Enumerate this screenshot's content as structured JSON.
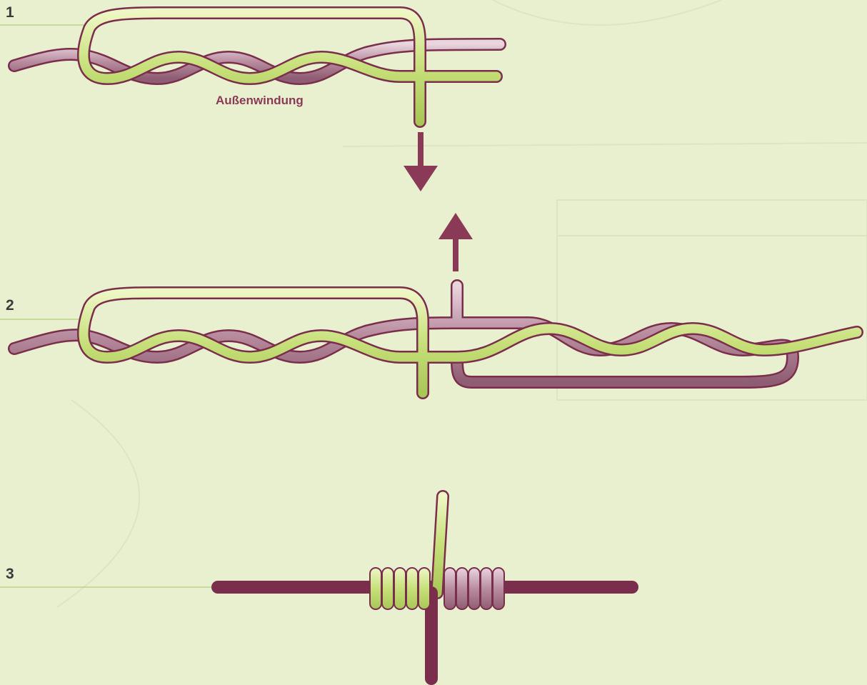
{
  "steps": [
    {
      "label": "1"
    },
    {
      "label": "2"
    },
    {
      "label": "3"
    }
  ],
  "step1": {
    "caption": "Außenwindung"
  },
  "colors": {
    "background": "#e9f0cf",
    "line_green": "#c7e07a",
    "line_purple": "#b98da0",
    "outline": "#7a2e4c",
    "arrow": "#8a3a57",
    "guide_line": "#b7d487"
  }
}
